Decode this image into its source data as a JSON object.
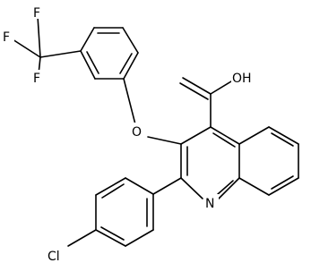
{
  "molecule": {
    "atom_labels": {
      "fluorine_top": "F",
      "fluorine_left": "F",
      "fluorine_bottom": "F",
      "ether_oxygen": "O",
      "acid_group": "OH",
      "ring_nitrogen": "N",
      "chlorine": "Cl"
    },
    "colors": {
      "bonds": "#000000",
      "labels": "#000000",
      "background": "#ffffff"
    }
  }
}
